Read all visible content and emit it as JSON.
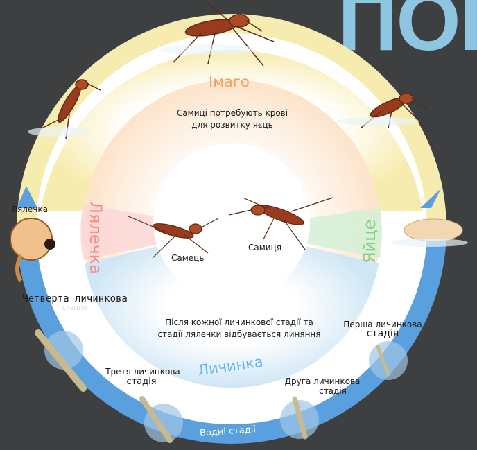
{
  "corner_title": "ПОІ",
  "ring_labels": {
    "imago": "Імаго",
    "pupa": "Лялечка",
    "egg": "Яйце",
    "larva": "Личинка",
    "aquatic": "Водні стадії"
  },
  "notes": {
    "blood_line1": "Самиці потребують крові",
    "blood_line2": "для розвитку яєць",
    "molt_line1": "Після кожної личинкової стадії та",
    "molt_line2": "стадії лялечки відбувається линяння"
  },
  "center": {
    "male": "Самець",
    "female": "Самиця"
  },
  "stages": {
    "pupa": "Лялечка",
    "fourth_a": "Четверта личинкова",
    "fourth_b": "стадія",
    "third_a": "Третя личинкова",
    "third_b": "стадія",
    "second_a": "Друга личинкова",
    "second_b": "стадія",
    "first_a": "Перша личинкова",
    "first_b": "стадія"
  },
  "colors": {
    "background": "#3e3f41",
    "ring_blue": "#5aa0df",
    "imago_yellow": "#f7ecb0",
    "imago_label": "#f2a35f",
    "pupa_label": "#f18c8c",
    "egg_label": "#7fd08a",
    "larva_label": "#63b8ea",
    "mosquito_body": "#9a3a1e"
  }
}
